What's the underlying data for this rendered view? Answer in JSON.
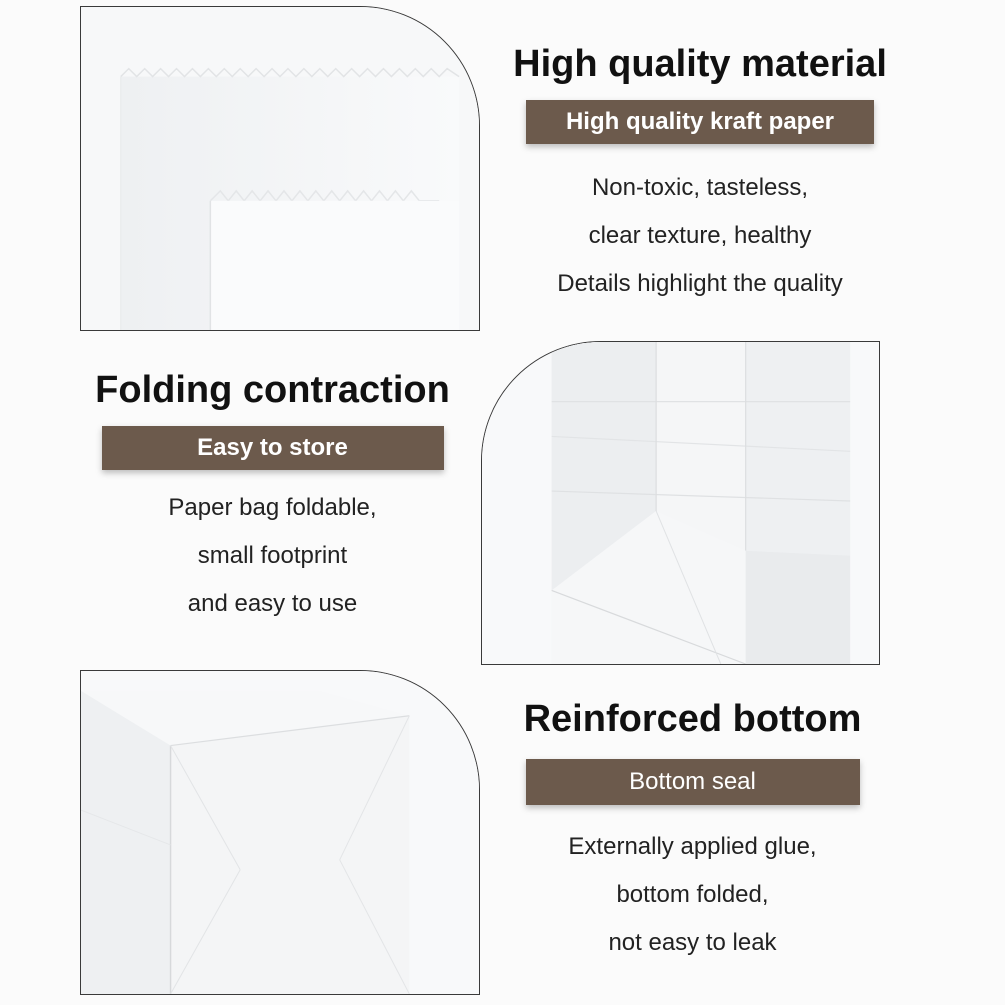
{
  "sections": [
    {
      "heading": "High quality material",
      "banner": "High quality kraft paper",
      "lines": [
        "Non-toxic, tasteless,",
        "clear texture, healthy",
        "Details highlight the quality"
      ]
    },
    {
      "heading": "Folding contraction",
      "banner": "Easy to store",
      "lines": [
        "Paper bag foldable,",
        "small footprint",
        "and easy to use"
      ]
    },
    {
      "heading": "Reinforced bottom",
      "banner": "Bottom seal",
      "lines": [
        "Externally applied glue,",
        "bottom folded,",
        "not easy to leak"
      ]
    }
  ],
  "colors": {
    "banner_bg": "#6c5a4c",
    "banner_text": "#ffffff",
    "heading": "#111111",
    "page_bg": "#fbfbfb"
  }
}
